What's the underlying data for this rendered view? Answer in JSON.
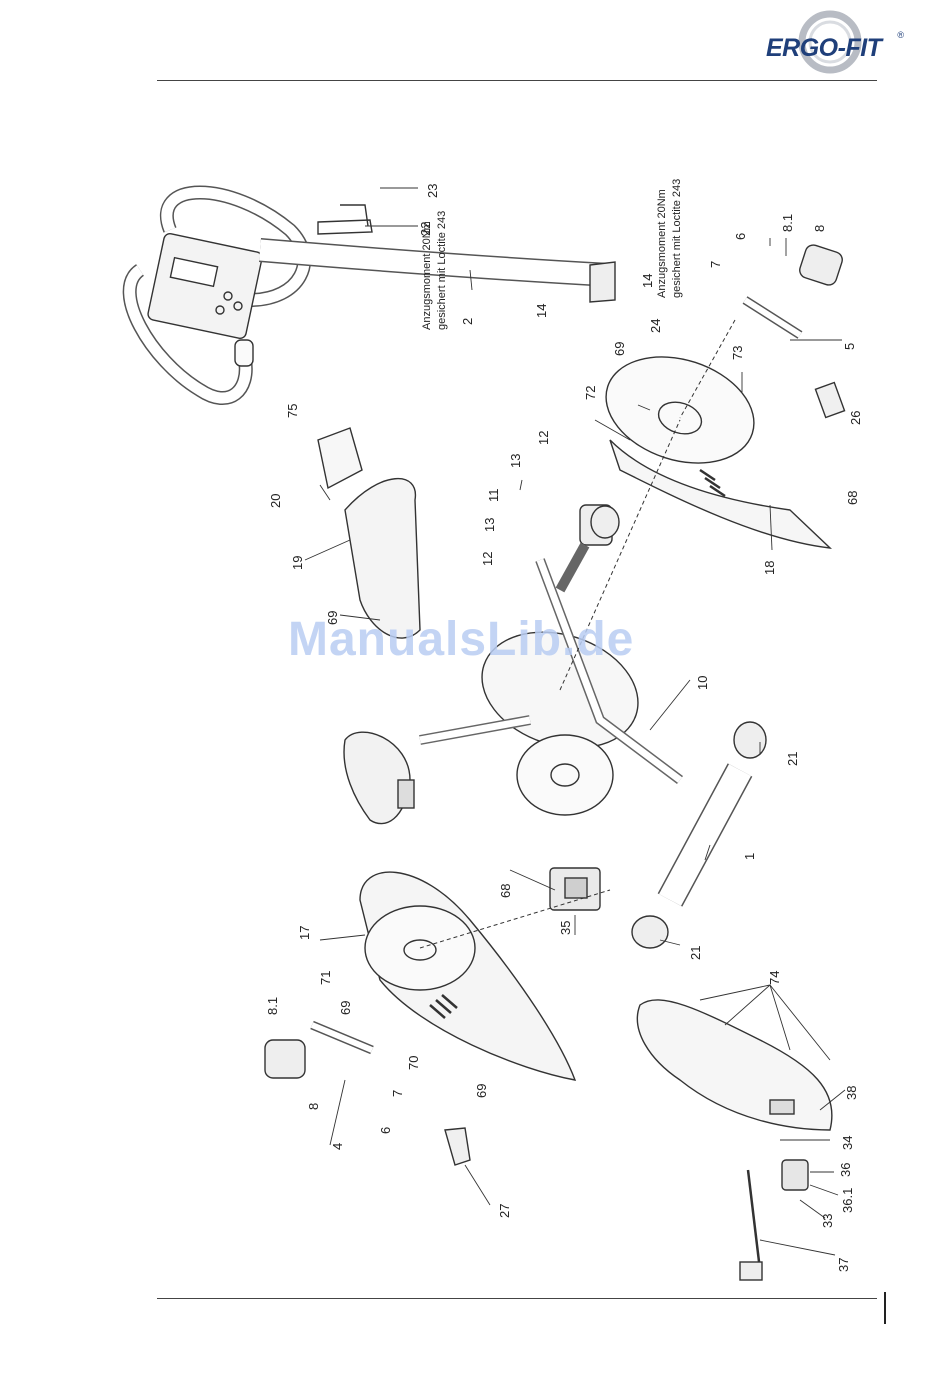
{
  "brand": {
    "logo_text": "ERGO-FIT",
    "registered_mark": "®",
    "color": "#1f3f7a"
  },
  "watermark": "ManualsLib.de",
  "annotations": {
    "torque_a": [
      "Anzugsmoment 20Nm",
      "gesichert mit Loctite 243"
    ],
    "torque_b": [
      "Anzugsmoment 20Nm",
      "gesichert mit Loctite 243"
    ]
  },
  "part_labels": [
    "23",
    "22",
    "2",
    "14",
    "14",
    "24",
    "6",
    "7",
    "8.1",
    "8",
    "5",
    "69",
    "72",
    "73",
    "26",
    "68",
    "18",
    "12",
    "13",
    "11",
    "13",
    "12",
    "75",
    "20",
    "19",
    "69",
    "10",
    "21",
    "1",
    "68",
    "35",
    "21",
    "17",
    "71",
    "69",
    "8.1",
    "8",
    "7",
    "6",
    "4",
    "70",
    "69",
    "27",
    "74",
    "38",
    "34",
    "36",
    "36.1",
    "33",
    "37"
  ]
}
